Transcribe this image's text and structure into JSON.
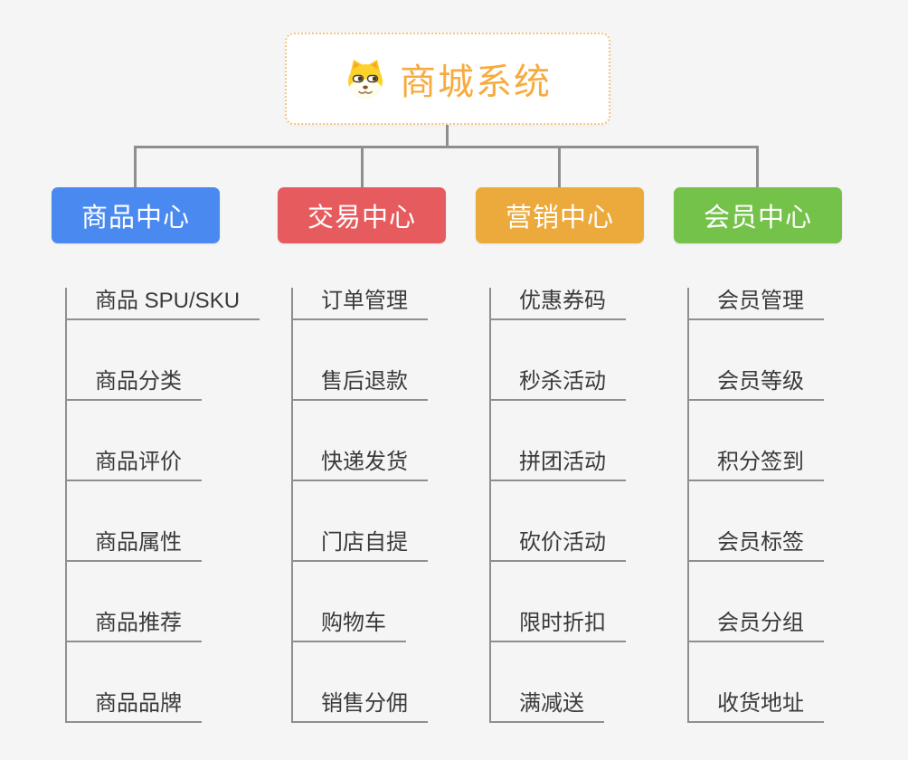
{
  "page": {
    "background_color": "#f5f5f6"
  },
  "connector_color": "#8f8f8f",
  "root": {
    "title": "商城系统",
    "icon": "doge-icon",
    "text_color": "#f7ab3e",
    "border_color": "#f6c57c"
  },
  "branches": [
    {
      "label": "商品中心",
      "color": "#4a89f0",
      "children": [
        "商品 SPU/SKU",
        "商品分类",
        "商品评价",
        "商品属性",
        "商品推荐",
        "商品品牌"
      ]
    },
    {
      "label": "交易中心",
      "color": "#e65c5e",
      "children": [
        "订单管理",
        "售后退款",
        "快递发货",
        "门店自提",
        "购物车",
        "销售分佣"
      ]
    },
    {
      "label": "营销中心",
      "color": "#ecaa3d",
      "children": [
        "优惠券码",
        "秒杀活动",
        "拼团活动",
        "砍价活动",
        "限时折扣",
        "满减送"
      ]
    },
    {
      "label": "会员中心",
      "color": "#74c24a",
      "children": [
        "会员管理",
        "会员等级",
        "积分签到",
        "会员标签",
        "会员分组",
        "收货地址"
      ]
    }
  ]
}
